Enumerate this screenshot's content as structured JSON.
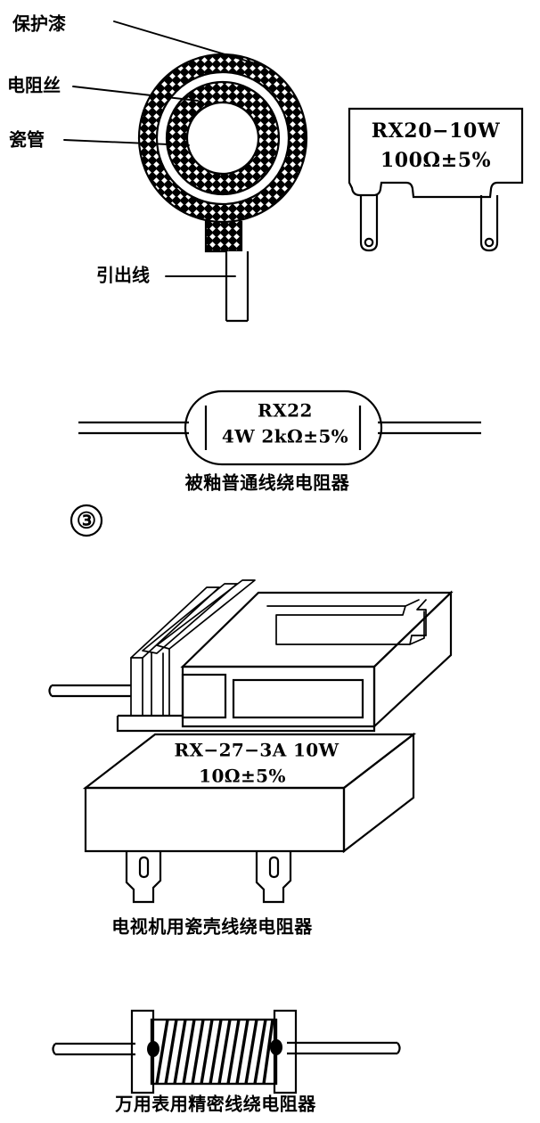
{
  "figure": {
    "marker": "③",
    "bg_color": "#ffffff",
    "ink_color": "#000000"
  },
  "cross_section": {
    "title_labels": [
      {
        "id": "protective-lacquer",
        "text": "保护漆"
      },
      {
        "id": "resistance-wire",
        "text": "电阻丝"
      },
      {
        "id": "ceramic-tube",
        "text": "瓷管"
      },
      {
        "id": "lead-wire",
        "text": "引出线"
      }
    ]
  },
  "components": [
    {
      "id": "rx20",
      "type_line": "RX20−10W",
      "value_line": "100Ω±5%",
      "caption": ""
    },
    {
      "id": "rx22",
      "type_line": "RX22",
      "value_line": "4W  2kΩ±5%",
      "caption": "被釉普通线绕电阻器"
    },
    {
      "id": "rx27-iso",
      "type_line": "",
      "value_line": "",
      "caption": ""
    },
    {
      "id": "rx27",
      "type_line": "RX−27−3A  10W",
      "value_line": "10Ω±5%",
      "caption": "电视机用瓷壳线绕电阻器"
    },
    {
      "id": "precision",
      "type_line": "",
      "value_line": "",
      "caption": "万用表用精密线绕电阻器"
    }
  ]
}
